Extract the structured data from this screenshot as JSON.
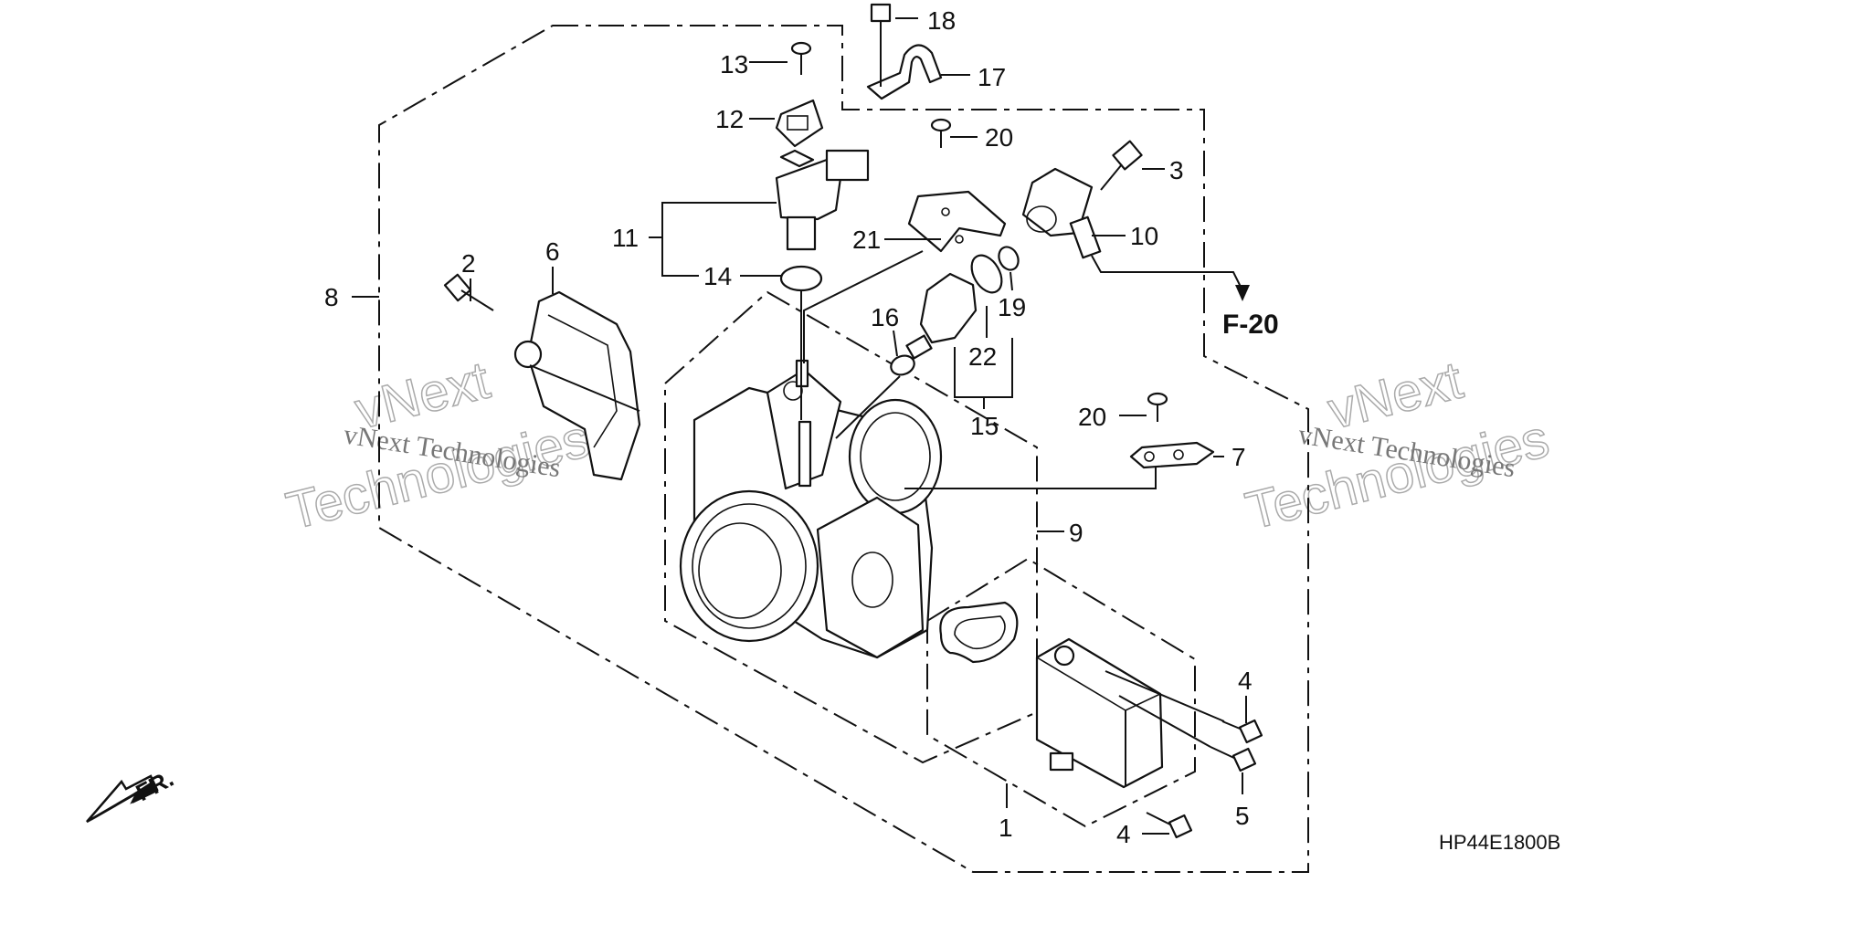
{
  "diagram": {
    "callouts": {
      "c1": "1",
      "c2": "2",
      "c3": "3",
      "c4a": "4",
      "c4b": "4",
      "c5": "5",
      "c6": "6",
      "c7": "7",
      "c8": "8",
      "c9": "9",
      "c10": "10",
      "c11": "11",
      "c12": "12",
      "c13": "13",
      "c14": "14",
      "c15": "15",
      "c16": "16",
      "c17": "17",
      "c18": "18",
      "c19": "19",
      "c20a": "20",
      "c20b": "20",
      "c21": "21",
      "c22": "22"
    },
    "reference": "F-20",
    "front_label": "FR.",
    "code": "HP44E1800B",
    "watermarks": {
      "left_line1": "vNext Technologies",
      "left_big_a": "vNext",
      "left_big_b": "Technologies",
      "right_line1": "vNext Technologies",
      "right_big_a": "vNext",
      "right_big_b": "Technologies"
    }
  }
}
